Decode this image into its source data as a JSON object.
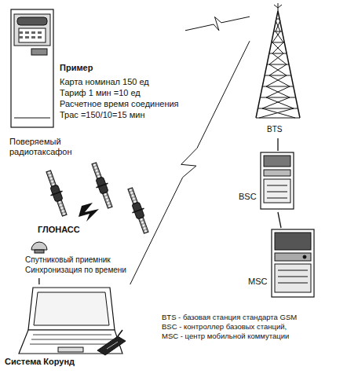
{
  "diagram": {
    "nodes": [
      {
        "text": [
          "Пример",
          "Карта номинал 150 ед",
          "Тариф 1 мин =10 ед",
          "Расчетное время соединения",
          "Трас =150/10=15 мин",
          "Поверяемый радиотаксафон"
        ]
      },
      {
        "text": [
          "BTS"
        ]
      },
      {
        "text": [
          "BSC"
        ]
      },
      {
        "text": [
          "MSC"
        ]
      },
      {
        "text": [
          "ГЛОНАСС"
        ]
      },
      {
        "text": [
          "Спутниковый приемник",
          "Синхронизация по времени"
        ]
      },
      {
        "text": [
          "Система Корунд"
        ]
      }
    ],
    "edges": [
      {
        "from": 0,
        "to": 1,
        "arrow": "none"
      },
      {
        "from": 1,
        "to": 2,
        "arrow": "none"
      },
      {
        "from": 2,
        "to": 3,
        "arrow": "none"
      },
      {
        "from": 5,
        "to": 6,
        "arrow": "none"
      },
      {
        "from": 6,
        "to": 1,
        "arrow": "none"
      }
    ],
    "labels": [
      "BTS - базовая станция стандарта GSM",
      "BSC - контроллер базовых станций,",
      "MSC - центр мобильной коммутации"
    ]
  }
}
